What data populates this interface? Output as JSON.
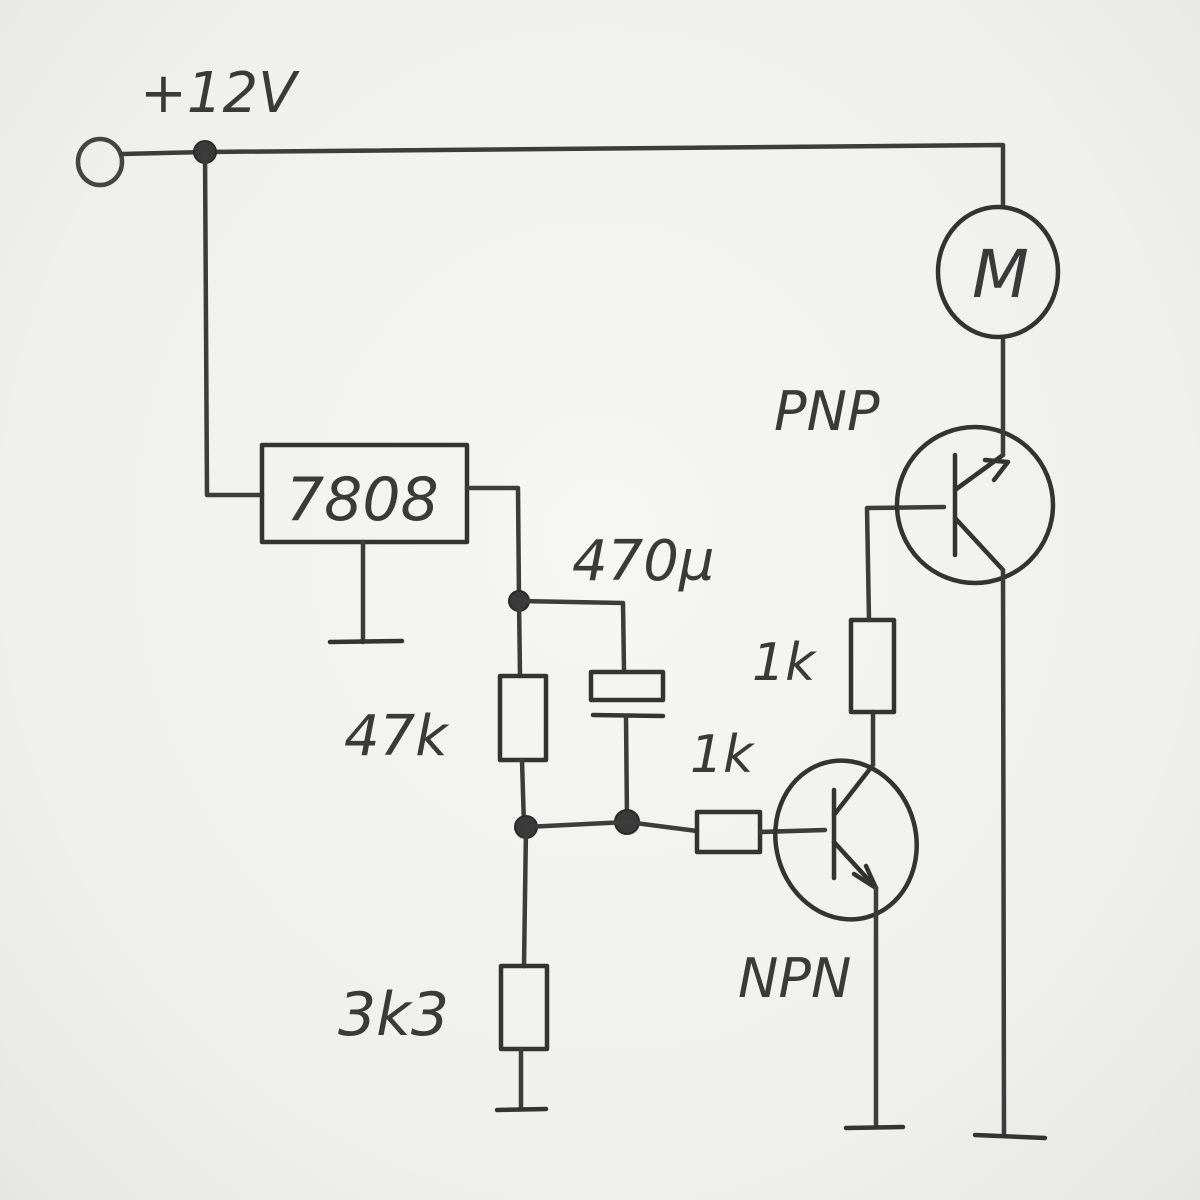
{
  "labels": {
    "supply": "+12V",
    "regulator": "7808",
    "capacitor": "470µ",
    "resistor_top": "47k",
    "resistor_bottom": "3k3",
    "resistor_base_pnp": "1k",
    "resistor_base_npn": "1k",
    "motor": "M",
    "pnp": "PNP",
    "npn": "NPN"
  },
  "colors": {
    "pencil": "#3a3a3a",
    "paper": "#f1f1ef"
  }
}
